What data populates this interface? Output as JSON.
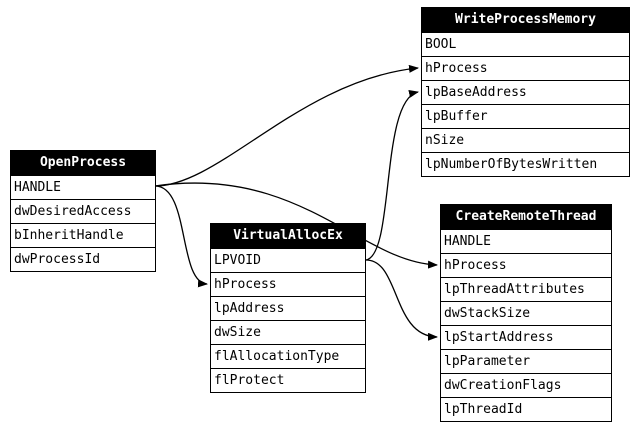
{
  "tables": {
    "open_process": {
      "title": "OpenProcess",
      "fields": [
        "HANDLE",
        "dwDesiredAccess",
        "bInheritHandle",
        "dwProcessId"
      ]
    },
    "write_process_memory": {
      "title": "WriteProcessMemory",
      "fields": [
        "BOOL",
        "hProcess",
        "lpBaseAddress",
        "lpBuffer",
        "nSize",
        "lpNumberOfBytesWritten"
      ]
    },
    "virtual_alloc_ex": {
      "title": "VirtualAllocEx",
      "fields": [
        "LPVOID",
        "hProcess",
        "lpAddress",
        "dwSize",
        "flAllocationType",
        "flProtect"
      ]
    },
    "create_remote_thread": {
      "title": "CreateRemoteThread",
      "fields": [
        "HANDLE",
        "hProcess",
        "lpThreadAttributes",
        "dwStackSize",
        "lpStartAddress",
        "lpParameter",
        "dwCreationFlags",
        "lpThreadId"
      ]
    }
  },
  "connections": [
    {
      "from": "OpenProcess.HANDLE",
      "to": "WriteProcessMemory.hProcess"
    },
    {
      "from": "OpenProcess.HANDLE",
      "to": "VirtualAllocEx.hProcess"
    },
    {
      "from": "OpenProcess.HANDLE",
      "to": "CreateRemoteThread.hProcess"
    },
    {
      "from": "VirtualAllocEx.LPVOID",
      "to": "WriteProcessMemory.lpBaseAddress"
    },
    {
      "from": "VirtualAllocEx.LPVOID",
      "to": "CreateRemoteThread.lpStartAddress"
    }
  ]
}
